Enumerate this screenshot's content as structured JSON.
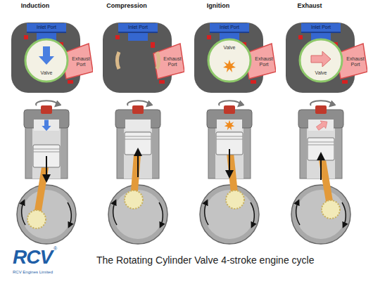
{
  "diagram": {
    "caption": "The Rotating Cylinder Valve 4-stroke engine cycle",
    "nodes": [
      {
        "text": [
          "Inlet Port"
        ]
      },
      {
        "text": [
          "Valve"
        ]
      },
      {
        "text": [
          "Exhaust Port"
        ]
      },
      {
        "text": [
          "Inlet Port"
        ]
      },
      {
        "text": [
          "Exhaust Port"
        ]
      },
      {
        "text": [
          "Inlet Port"
        ]
      },
      {
        "text": [
          "Valve"
        ]
      },
      {
        "text": [
          "Exhaust Port"
        ]
      },
      {
        "text": [
          "Inlet Port"
        ]
      },
      {
        "text": [
          "Valve"
        ]
      },
      {
        "text": [
          "Exhaust Port"
        ]
      }
    ],
    "labels": [
      "Induction",
      "Compression",
      "Ignition",
      "Exhaust",
      "RCV",
      "®",
      "RCV Engines Limited"
    ]
  }
}
